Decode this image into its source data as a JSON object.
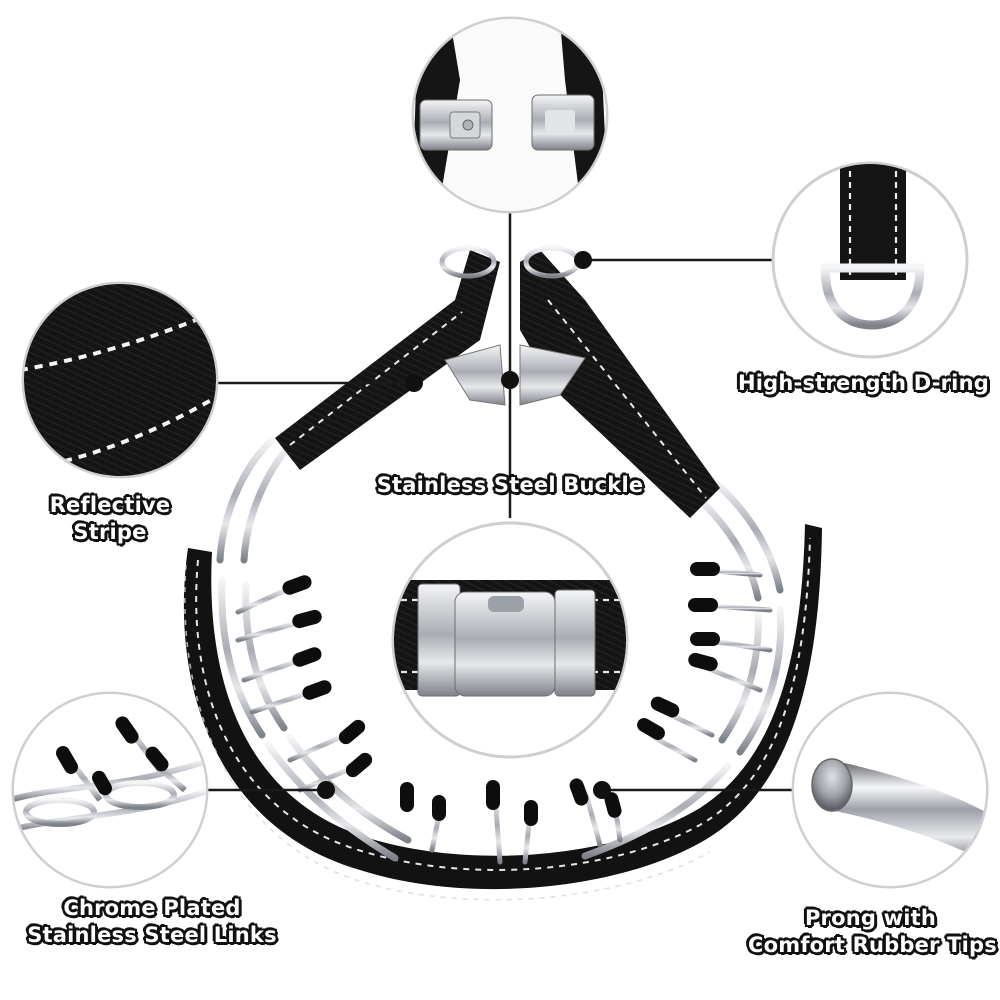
{
  "callouts": {
    "reflective_stripe": [
      "Reflective",
      "Stripe"
    ],
    "stainless_steel_buckle": [
      "Stainless Steel Buckle"
    ],
    "d_ring": [
      "High-strength D-ring"
    ],
    "chrome_links": [
      "Chrome Plated",
      "Stainless Steel Links"
    ],
    "prong_tips": [
      "Prong with",
      "Comfort Rubber Tips"
    ]
  },
  "colors": {
    "nylon": "#161616",
    "steel": "#c9ccd0",
    "stitch": "#e8e8e8",
    "circle_border": "#d9d9d9",
    "line": "#1a1a1a"
  }
}
